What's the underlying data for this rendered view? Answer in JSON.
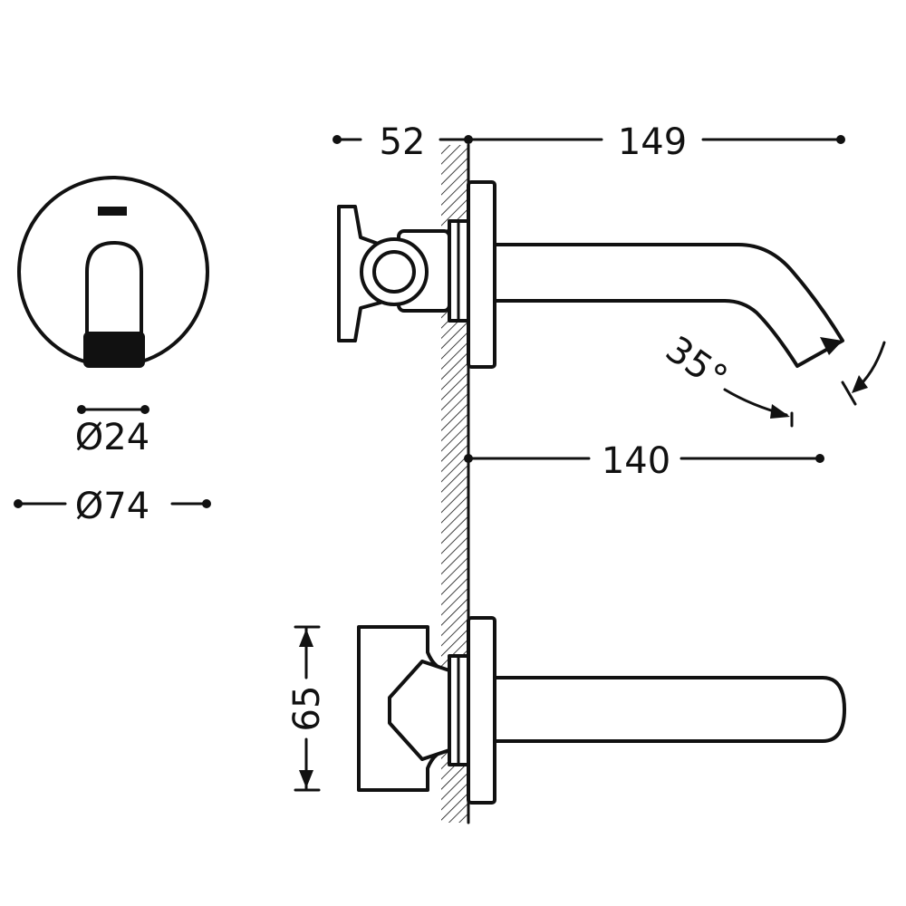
{
  "dimensions": {
    "handle_depth": "52",
    "spout_projection_total": "149",
    "spout_angle": "35°",
    "spout_reach": "140",
    "outlet_diameter": "Ø24",
    "plate_diameter": "Ø74",
    "plate_height": "65"
  },
  "colors": {
    "line": "#111111",
    "background": "#ffffff",
    "hatch": "#111111"
  }
}
